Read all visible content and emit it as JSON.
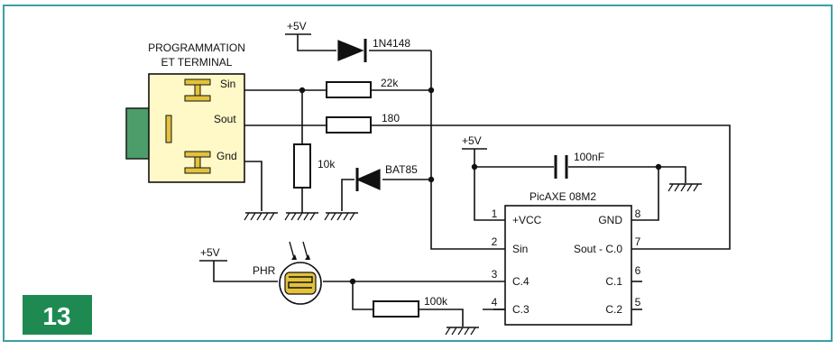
{
  "figure_number": "13",
  "connector": {
    "title_line1": "PROGRAMMATION",
    "title_line2": "ET TERMINAL",
    "pins": [
      "Sin",
      "Sout",
      "Gnd"
    ]
  },
  "supplies": [
    "+5V",
    "+5V",
    "+5V"
  ],
  "components": {
    "diode_1": "1N4148",
    "diode_2": "BAT85",
    "r_sin": "22k",
    "r_sout": "180",
    "r_pulldown": "10k",
    "capacitor": "100nF",
    "photoresistor": "PHR",
    "r_phr": "100k"
  },
  "ic": {
    "name": "PicAXE 08M2",
    "left_pins": [
      {
        "num": "1",
        "label": "+VCC"
      },
      {
        "num": "2",
        "label": "Sin"
      },
      {
        "num": "3",
        "label": "C.4"
      },
      {
        "num": "4",
        "label": "C.3"
      }
    ],
    "right_pins": [
      {
        "num": "8",
        "label": "GND"
      },
      {
        "num": "7",
        "label": "Sout - C.0"
      },
      {
        "num": "6",
        "label": "C.1"
      },
      {
        "num": "5",
        "label": "C.2"
      }
    ]
  },
  "colors": {
    "badge": "#1e8a52",
    "connector_fill": "#fff9c7",
    "plug": "#4c9d6a",
    "pin_pad": "#e3c23c",
    "frame": "#3aa0a6"
  }
}
